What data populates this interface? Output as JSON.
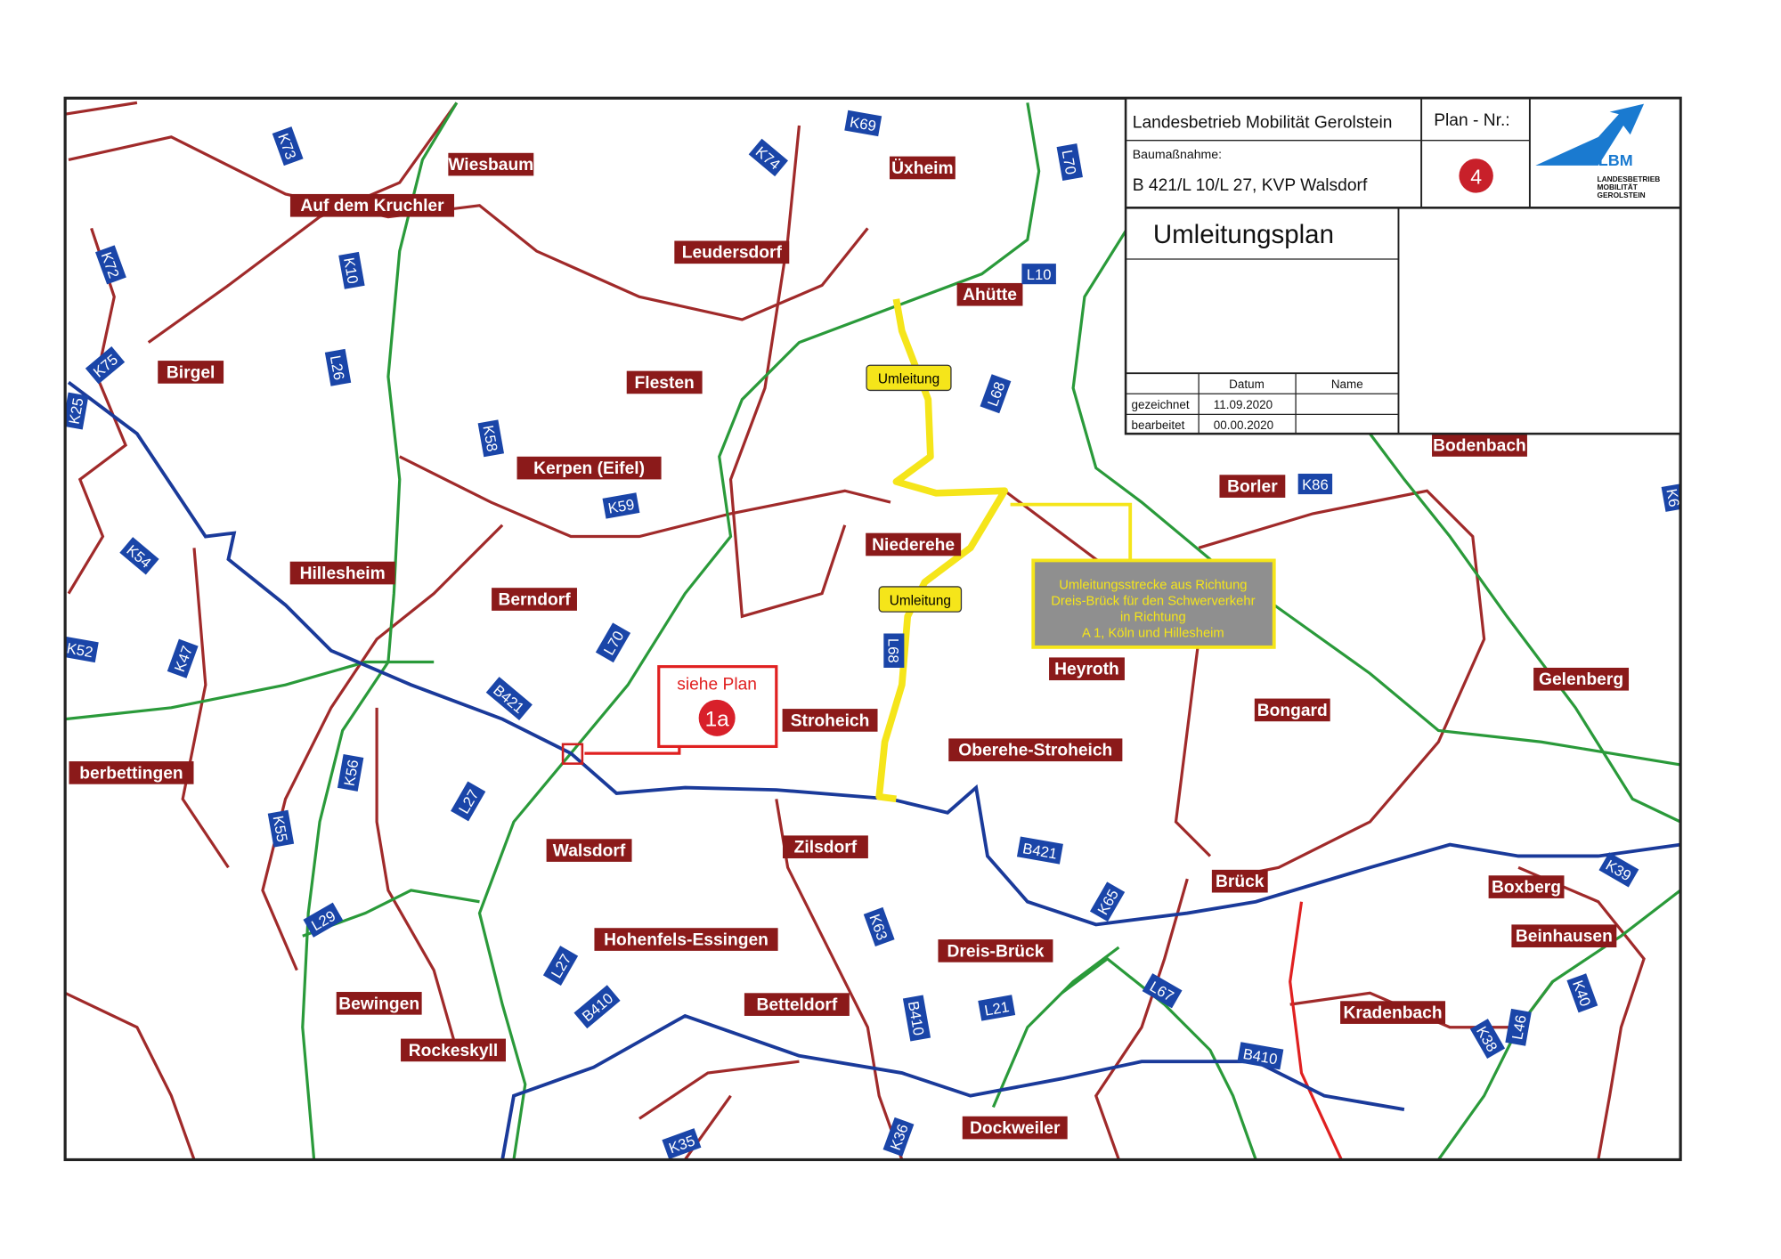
{
  "title_block": {
    "authority": "Landesbetrieb Mobilität Gerolstein",
    "plan_nr_label": "Plan - Nr.:",
    "plan_nr": "4",
    "project_label": "Baumaßnahme:",
    "project": "B 421/L 10/L 27, KVP Walsdorf",
    "plan_title": "Umleitungsplan",
    "logo_text": "LBM",
    "logo_sub": [
      "LANDESBETRIEB",
      "MOBILITÄT",
      "GEROLSTEIN"
    ],
    "table_headers": [
      "",
      "Datum",
      "Name"
    ],
    "table_rows": [
      {
        "label": "gezeichnet",
        "date": "11.09.2020",
        "name": ""
      },
      {
        "label": "bearbeitet",
        "date": "00.00.2020",
        "name": ""
      }
    ]
  },
  "detour_labels": [
    "Umleitung",
    "Umleitung"
  ],
  "detour_note": [
    "Umleitungsstrecke aus Richtung",
    "Dreis-Brück für den Schwerverkehr",
    "in Richtung",
    "A 1, Köln und Hillesheim"
  ],
  "reference_box": {
    "text": "siehe Plan",
    "plan": "1a"
  },
  "towns": [
    "Wiesbaum",
    "Auf dem Kruchler",
    "Üxheim",
    "Leudersdorf",
    "Ahütte",
    "Birgel",
    "Flesten",
    "Kerpen (Eifel)",
    "Niederehe",
    "Borler",
    "Bodenbach",
    "Hillesheim",
    "Berndorf",
    "Heyroth",
    "Gelenberg",
    "Bongard",
    "Stroheich",
    "Oberehe-Stroheich",
    "berbettingen",
    "Walsdorf",
    "Zilsdorf",
    "Brück",
    "Boxberg",
    "Beinhausen",
    "Hohenfels-Essingen",
    "Dreis-Brück",
    "Bewingen",
    "Betteldorf",
    "Kradenbach",
    "Rockeskyll",
    "Dockweiler"
  ],
  "road_shields": [
    "K73",
    "K69",
    "K74",
    "L70",
    "K72",
    "K10",
    "L10",
    "K75",
    "L26",
    "L68",
    "K25",
    "K58",
    "K59",
    "K86",
    "K54",
    "L70",
    "K52",
    "K47",
    "B421",
    "L68",
    "K56",
    "L27",
    "K55",
    "B421",
    "K65",
    "K39",
    "L29",
    "K63",
    "L27",
    "L67",
    "B410",
    "B410",
    "L21",
    "K40",
    "L46",
    "K38",
    "B410",
    "K35",
    "K36",
    "K6"
  ],
  "colors": {
    "town_bg": "#8b1a1a",
    "shield_bg": "#1a45a8",
    "federal_road": "#1a3a9a",
    "state_road": "#2a9a3a",
    "county_road": "#a02a2a",
    "detour": "#f5e51a",
    "note_bg": "#8f8f8f"
  }
}
